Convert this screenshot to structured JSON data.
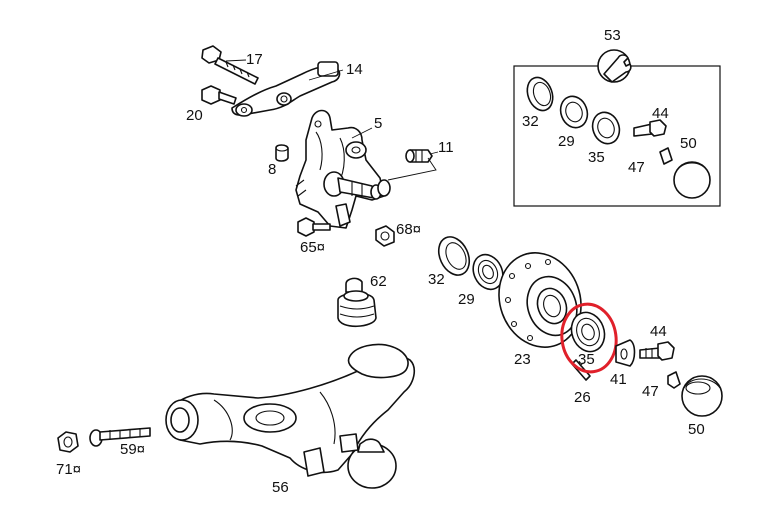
{
  "callouts": {
    "c17": "17",
    "c14": "14",
    "c20": "20",
    "c5": "5",
    "c8": "8",
    "c11": "11",
    "c65": "65¤",
    "c68": "68¤",
    "c62": "62",
    "c32": "32",
    "c29": "29",
    "c23": "23",
    "c35": "35",
    "c26": "26",
    "c41": "41",
    "c44": "44",
    "c47": "47",
    "c50": "50",
    "c53": "53",
    "k32": "32",
    "k29": "29",
    "k35": "35",
    "k44": "44",
    "k47": "47",
    "k50": "50",
    "c71": "71¤",
    "c59": "59¤",
    "c56": "56"
  },
  "highlight": {
    "part": "35",
    "color": "#e0202a"
  }
}
